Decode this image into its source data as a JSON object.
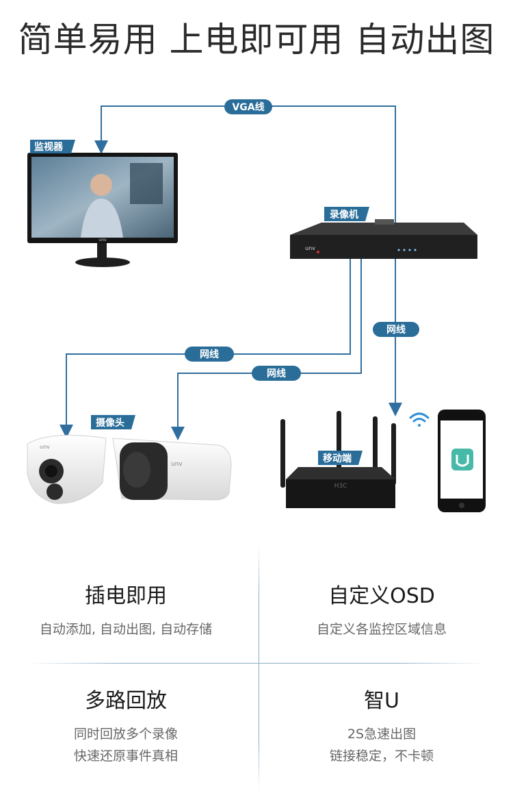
{
  "headline": "简单易用 上电即可用 自动出图",
  "diagram": {
    "labels": {
      "vga": "VGA线",
      "monitor": "监视器",
      "nvr": "录像机",
      "net_right": "网线",
      "net_left1": "网线",
      "net_left2": "网线",
      "camera": "摄像头",
      "mobile": "移动端"
    },
    "brand": "unv",
    "router_brand": "H3C"
  },
  "features": [
    {
      "title": "插电即用",
      "desc": [
        "自动添加, 自动出图, 自动存储"
      ]
    },
    {
      "title": "自定义OSD",
      "desc": [
        "自定义各监控区域信息"
      ]
    },
    {
      "title": "多路回放",
      "desc": [
        "同时回放多个录像",
        "快速还原事件真相"
      ]
    },
    {
      "title": "智U",
      "desc": [
        "2S急速出图",
        "链接稳定，不卡顿"
      ]
    }
  ],
  "colors": {
    "accent": "#2a6d99",
    "line": "#2f6e9e"
  }
}
